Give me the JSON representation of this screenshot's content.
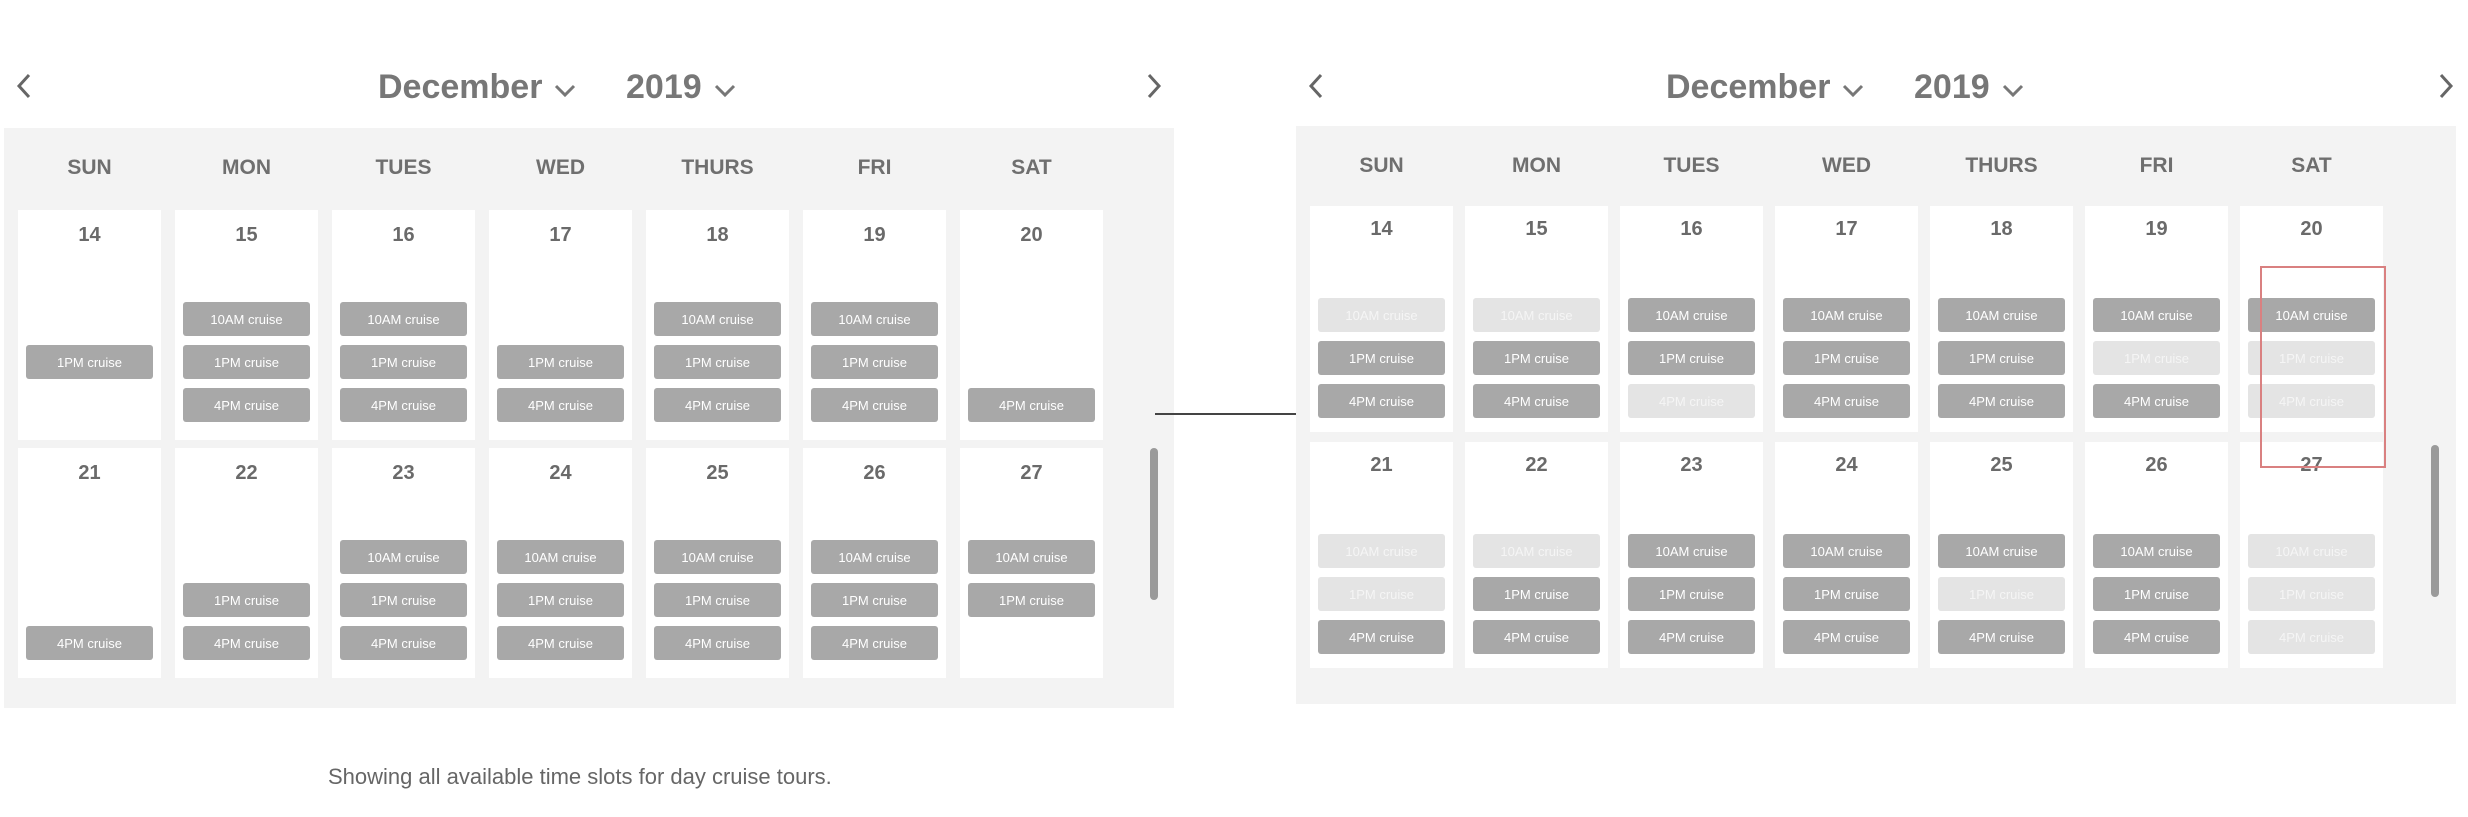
{
  "caption": "Showing all available time slots for day cruise tours.",
  "day_headers": [
    "SUN",
    "MON",
    "TUES",
    "WED",
    "THURS",
    "FRI",
    "SAT"
  ],
  "left": {
    "month": "December",
    "year": "2019",
    "week1": [
      {
        "date": "14",
        "slots": [
          null,
          "1PM cruise",
          null
        ]
      },
      {
        "date": "15",
        "slots": [
          "10AM cruise",
          "1PM cruise",
          "4PM cruise"
        ]
      },
      {
        "date": "16",
        "slots": [
          "10AM cruise",
          "1PM cruise",
          "4PM cruise"
        ]
      },
      {
        "date": "17",
        "slots": [
          null,
          "1PM cruise",
          "4PM cruise"
        ]
      },
      {
        "date": "18",
        "slots": [
          "10AM cruise",
          "1PM cruise",
          "4PM cruise"
        ]
      },
      {
        "date": "19",
        "slots": [
          "10AM cruise",
          "1PM cruise",
          "4PM cruise"
        ]
      },
      {
        "date": "20",
        "slots": [
          null,
          null,
          "4PM cruise"
        ]
      }
    ],
    "week2": [
      {
        "date": "21",
        "slots": [
          null,
          null,
          "4PM cruise"
        ]
      },
      {
        "date": "22",
        "slots": [
          null,
          "1PM cruise",
          "4PM cruise"
        ]
      },
      {
        "date": "23",
        "slots": [
          "10AM cruise",
          "1PM cruise",
          "4PM cruise"
        ]
      },
      {
        "date": "24",
        "slots": [
          "10AM cruise",
          "1PM cruise",
          "4PM cruise"
        ]
      },
      {
        "date": "25",
        "slots": [
          "10AM cruise",
          "1PM cruise",
          "4PM cruise"
        ]
      },
      {
        "date": "26",
        "slots": [
          "10AM cruise",
          "1PM cruise",
          "4PM cruise"
        ]
      },
      {
        "date": "27",
        "slots": [
          "10AM cruise",
          "1PM cruise",
          null
        ]
      }
    ]
  },
  "right": {
    "month": "December",
    "year": "2019",
    "week1": [
      {
        "date": "14",
        "slots": [
          [
            "10AM cruise",
            "dim"
          ],
          [
            "1PM cruise",
            "on"
          ],
          [
            "4PM cruise",
            "on"
          ]
        ]
      },
      {
        "date": "15",
        "slots": [
          [
            "10AM cruise",
            "dim"
          ],
          [
            "1PM cruise",
            "on"
          ],
          [
            "4PM cruise",
            "on"
          ]
        ]
      },
      {
        "date": "16",
        "slots": [
          [
            "10AM cruise",
            "on"
          ],
          [
            "1PM cruise",
            "on"
          ],
          [
            "4PM cruise",
            "dim"
          ]
        ]
      },
      {
        "date": "17",
        "slots": [
          [
            "10AM cruise",
            "on"
          ],
          [
            "1PM cruise",
            "on"
          ],
          [
            "4PM cruise",
            "on"
          ]
        ]
      },
      {
        "date": "18",
        "slots": [
          [
            "10AM cruise",
            "on"
          ],
          [
            "1PM cruise",
            "on"
          ],
          [
            "4PM cruise",
            "on"
          ]
        ]
      },
      {
        "date": "19",
        "slots": [
          [
            "10AM cruise",
            "on"
          ],
          [
            "1PM cruise",
            "dim"
          ],
          [
            "4PM cruise",
            "on"
          ]
        ]
      },
      {
        "date": "20",
        "slots": [
          [
            "10AM cruise",
            "on"
          ],
          [
            "1PM cruise",
            "dim"
          ],
          [
            "4PM cruise",
            "dim"
          ]
        ]
      }
    ],
    "week2": [
      {
        "date": "21",
        "slots": [
          [
            "10AM cruise",
            "dim"
          ],
          [
            "1PM cruise",
            "dim"
          ],
          [
            "4PM cruise",
            "on"
          ]
        ]
      },
      {
        "date": "22",
        "slots": [
          [
            "10AM cruise",
            "dim"
          ],
          [
            "1PM cruise",
            "on"
          ],
          [
            "4PM cruise",
            "on"
          ]
        ]
      },
      {
        "date": "23",
        "slots": [
          [
            "10AM cruise",
            "on"
          ],
          [
            "1PM cruise",
            "on"
          ],
          [
            "4PM cruise",
            "on"
          ]
        ]
      },
      {
        "date": "24",
        "slots": [
          [
            "10AM cruise",
            "on"
          ],
          [
            "1PM cruise",
            "on"
          ],
          [
            "4PM cruise",
            "on"
          ]
        ]
      },
      {
        "date": "25",
        "slots": [
          [
            "10AM cruise",
            "on"
          ],
          [
            "1PM cruise",
            "dim"
          ],
          [
            "4PM cruise",
            "on"
          ]
        ]
      },
      {
        "date": "26",
        "slots": [
          [
            "10AM cruise",
            "on"
          ],
          [
            "1PM cruise",
            "on"
          ],
          [
            "4PM cruise",
            "on"
          ]
        ]
      },
      {
        "date": "27",
        "slots": [
          [
            "10AM cruise",
            "dim"
          ],
          [
            "1PM cruise",
            "dim"
          ],
          [
            "4PM cruise",
            "dim"
          ]
        ]
      }
    ]
  },
  "colors": {
    "slot_active": "#a8a8a8",
    "slot_unavailable": "#e4e4e4",
    "highlight": "#d98080",
    "grid_bg": "#f3f3f3"
  }
}
